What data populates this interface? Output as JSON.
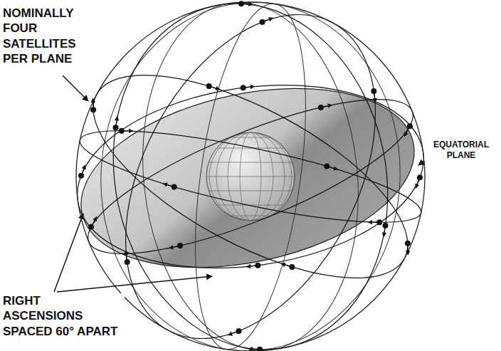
{
  "diagram": {
    "labels": [
      "NOMINALLY FOUR SATELLITES PER PLANE",
      "EQUATORIAL PLANE",
      "RIGHT ASCENSIONS SPACED 60° APART"
    ]
  }
}
